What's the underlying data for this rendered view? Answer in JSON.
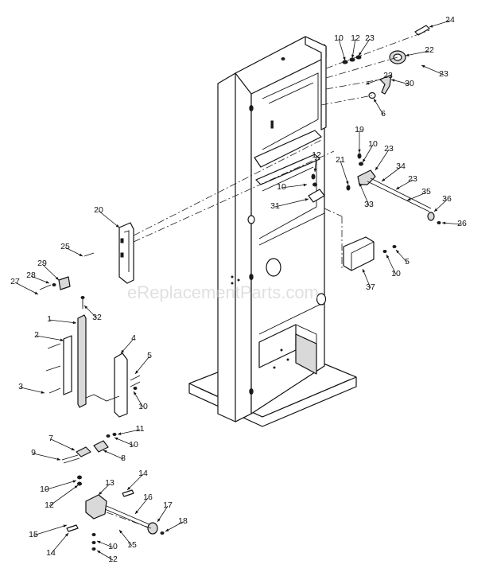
{
  "watermark": "eReplacementParts.com",
  "callouts": [
    {
      "label": "24"
    },
    {
      "label": "10"
    },
    {
      "label": "12"
    },
    {
      "label": "23"
    },
    {
      "label": "22"
    },
    {
      "label": "23"
    },
    {
      "label": "23"
    },
    {
      "label": "30"
    },
    {
      "label": "6"
    },
    {
      "label": "19"
    },
    {
      "label": "10"
    },
    {
      "label": "23"
    },
    {
      "label": "21"
    },
    {
      "label": "34"
    },
    {
      "label": "23"
    },
    {
      "label": "35"
    },
    {
      "label": "36"
    },
    {
      "label": "26"
    },
    {
      "label": "12"
    },
    {
      "label": "10"
    },
    {
      "label": "33"
    },
    {
      "label": "31"
    },
    {
      "label": "20"
    },
    {
      "label": "25"
    },
    {
      "label": "29"
    },
    {
      "label": "28"
    },
    {
      "label": "27"
    },
    {
      "label": "5"
    },
    {
      "label": "10"
    },
    {
      "label": "37"
    },
    {
      "label": "32"
    },
    {
      "label": "1"
    },
    {
      "label": "2"
    },
    {
      "label": "4"
    },
    {
      "label": "5"
    },
    {
      "label": "3"
    },
    {
      "label": "10"
    },
    {
      "label": "11"
    },
    {
      "label": "7"
    },
    {
      "label": "10"
    },
    {
      "label": "8"
    },
    {
      "label": "9"
    },
    {
      "label": "10"
    },
    {
      "label": "12"
    },
    {
      "label": "14"
    },
    {
      "label": "13"
    },
    {
      "label": "16"
    },
    {
      "label": "17"
    },
    {
      "label": "15"
    },
    {
      "label": "18"
    },
    {
      "label": "14"
    },
    {
      "label": "10"
    },
    {
      "label": "15"
    },
    {
      "label": "12"
    }
  ]
}
